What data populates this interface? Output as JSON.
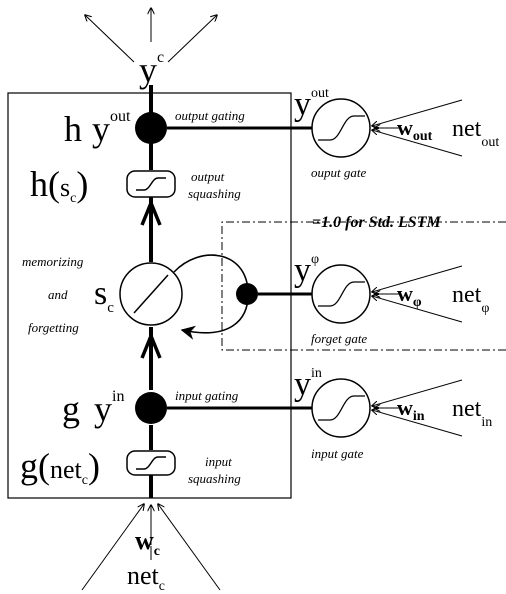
{
  "cell": {
    "output": {
      "main": "y",
      "sup": "c"
    },
    "h_label": "h",
    "y_out": {
      "main": "y",
      "sup": "out"
    },
    "h_func": {
      "name": "h(",
      "arg": "s",
      "sub": "c",
      "close": ")"
    },
    "state": {
      "main": "s",
      "sub": "c"
    },
    "g_label": "g",
    "y_in": {
      "main": "y",
      "sup": "in"
    },
    "g_func": {
      "name": "g(",
      "arg": "net",
      "sub": "c",
      "close": ")"
    },
    "input_weight": {
      "main": "w",
      "sub": "c"
    },
    "input_net": {
      "main": "net",
      "sub": "c"
    }
  },
  "annotations": {
    "output_gating": "output gating",
    "output_squashing": [
      "output",
      "squashing"
    ],
    "memorizing": [
      "memorizing",
      "and",
      "forgetting"
    ],
    "input_gating": "input gating",
    "input_squashing": [
      "input",
      "squashing"
    ],
    "std_lstm": "=1.0 for Std. LSTM"
  },
  "gates": {
    "output": {
      "y": "y",
      "y_sup": "out",
      "w": "w",
      "w_sub": "out",
      "net": "net",
      "net_sub": "out",
      "caption": "ouput gate"
    },
    "forget": {
      "y": "y",
      "y_sup": "φ",
      "w": "w",
      "w_sub": "φ",
      "net": "net",
      "net_sub": "φ",
      "caption": "forget gate"
    },
    "input": {
      "y": "y",
      "y_sup": "in",
      "w": "w",
      "w_sub": "in",
      "net": "net",
      "net_sub": "in",
      "caption": "input gate"
    }
  }
}
